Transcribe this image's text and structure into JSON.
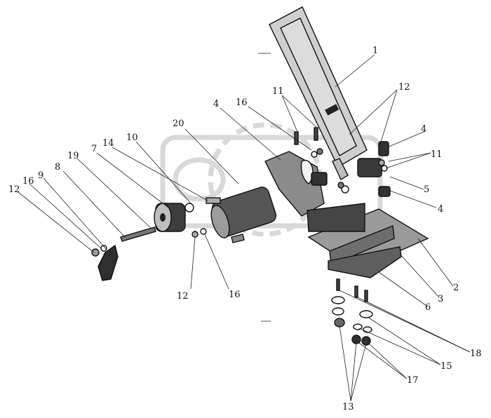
{
  "diagram": {
    "callouts": [
      {
        "id": "c1",
        "text": "1"
      },
      {
        "id": "c12a",
        "text": "12"
      },
      {
        "id": "c11a",
        "text": "11"
      },
      {
        "id": "c16a",
        "text": "16"
      },
      {
        "id": "c4a",
        "text": "4"
      },
      {
        "id": "c20",
        "text": "20"
      },
      {
        "id": "c4b",
        "text": "4"
      },
      {
        "id": "c11b",
        "text": "11"
      },
      {
        "id": "c10",
        "text": "10"
      },
      {
        "id": "c14",
        "text": "14"
      },
      {
        "id": "c7",
        "text": "7"
      },
      {
        "id": "c19",
        "text": "19"
      },
      {
        "id": "c8",
        "text": "8"
      },
      {
        "id": "c9",
        "text": "9"
      },
      {
        "id": "c16b",
        "text": "16"
      },
      {
        "id": "c12b",
        "text": "12"
      },
      {
        "id": "c5",
        "text": "5"
      },
      {
        "id": "c4c",
        "text": "4"
      },
      {
        "id": "c2",
        "text": "2"
      },
      {
        "id": "c3",
        "text": "3"
      },
      {
        "id": "c6",
        "text": "6"
      },
      {
        "id": "c12c",
        "text": "12"
      },
      {
        "id": "c16c",
        "text": "16"
      },
      {
        "id": "c18",
        "text": "18"
      },
      {
        "id": "c15",
        "text": "15"
      },
      {
        "id": "c17",
        "text": "17"
      },
      {
        "id": "c13",
        "text": "13"
      }
    ]
  }
}
